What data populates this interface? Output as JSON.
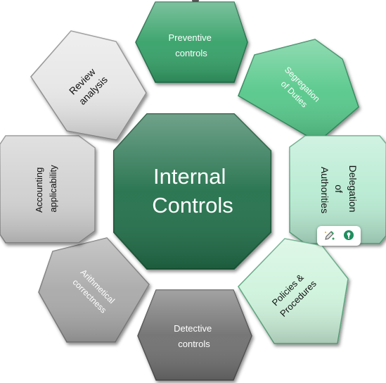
{
  "diagram": {
    "center": {
      "lines": [
        "Internal",
        "Controls"
      ],
      "color": "#24704b"
    },
    "nodes": [
      {
        "id": "preventive",
        "lines": [
          "Preventive",
          "controls"
        ],
        "color": "#34a167",
        "text_color": "#ffffff"
      },
      {
        "id": "segregation",
        "lines": [
          "Segregation",
          "of Duties"
        ],
        "color": "#57c88a",
        "text_color": "#ffffff"
      },
      {
        "id": "delegation",
        "lines": [
          "Delegation",
          "of",
          "Authorities"
        ],
        "color": "#b8ebd2",
        "text_color": "#111111"
      },
      {
        "id": "policies",
        "lines": [
          "Policies &",
          "Procedures"
        ],
        "color": "#cef3dc",
        "text_color": "#111111"
      },
      {
        "id": "detective",
        "lines": [
          "Detective",
          "controls"
        ],
        "color": "#707070",
        "text_color": "#ffffff"
      },
      {
        "id": "arithmetical",
        "lines": [
          "Arithmetical",
          "correctness"
        ],
        "color": "#a9a9a9",
        "text_color": "#ffffff"
      },
      {
        "id": "accounting",
        "lines": [
          "Accounting",
          "applicability"
        ],
        "color": "#d0d0d0",
        "text_color": "#111111"
      },
      {
        "id": "review",
        "lines": [
          "Review",
          "analysis"
        ],
        "color": "#e6e6e6",
        "text_color": "#111111"
      }
    ]
  },
  "toolbar": {
    "buttons": [
      {
        "icon": "edit-pencil-icon"
      },
      {
        "icon": "lightbulb-icon"
      }
    ]
  }
}
